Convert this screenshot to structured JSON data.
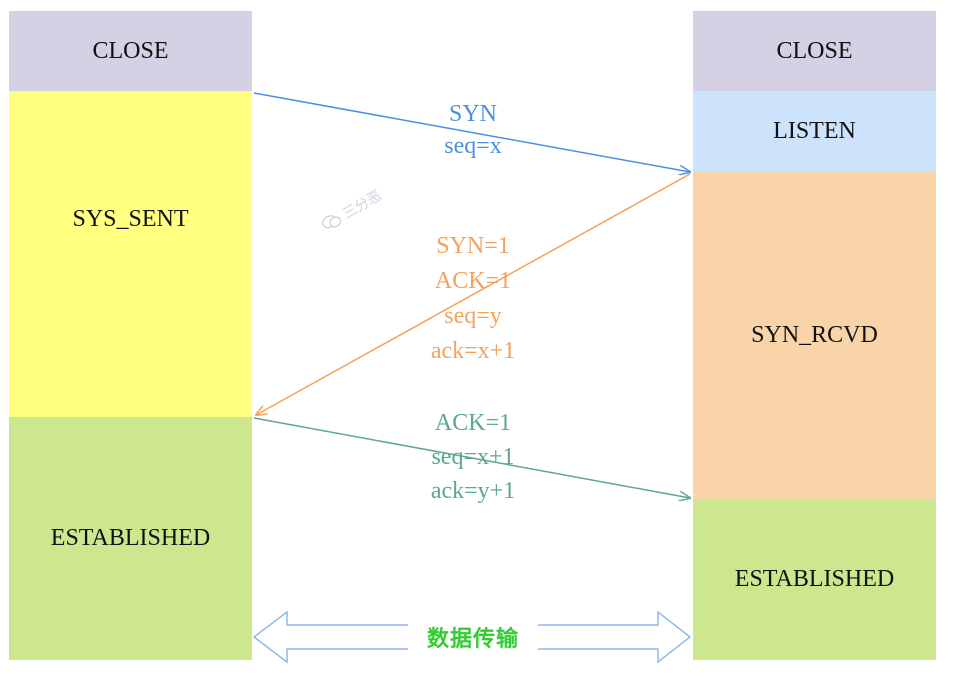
{
  "client": {
    "close": "CLOSE",
    "sent": "SYS_SENT",
    "established": "ESTABLISHED"
  },
  "server": {
    "close": "CLOSE",
    "listen": "LISTEN",
    "rcvd": "SYN_RCVD",
    "established": "ESTABLISHED"
  },
  "handshake": {
    "step1": {
      "l1": "SYN",
      "l2": "seq=x"
    },
    "step2": {
      "l1": "SYN=1",
      "l2": "ACK=1",
      "l3": "seq=y",
      "l4": "ack=x+1"
    },
    "step3": {
      "l1": "ACK=1",
      "l2": "seq=x+1",
      "l3": "ack=y+1"
    }
  },
  "transfer_label": "数据传输",
  "watermark": "三分恶",
  "colors": {
    "close": "#d3d1e3",
    "sent": "#ffff80",
    "established": "#cde78f",
    "listen": "#cde3fb",
    "rcvd": "#f8d4a8",
    "step1": "#4a90e2",
    "step2": "#f4a25b",
    "step3": "#5aa88e",
    "transfer_text": "#33cc33",
    "transfer_arrow": "#8fb9ea"
  }
}
